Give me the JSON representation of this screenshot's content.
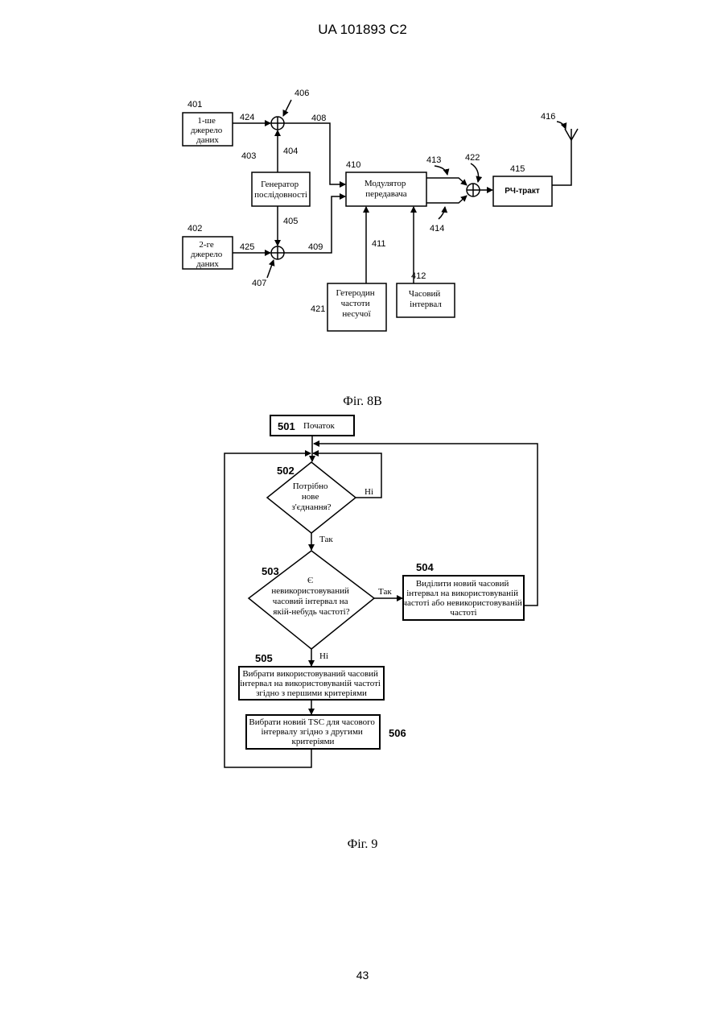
{
  "header": {
    "patent_id": "UA   101893   C2"
  },
  "fig8b": {
    "caption": "Фіг. 8В",
    "blocks": {
      "src1": {
        "num": "401",
        "lines": [
          "1-ше",
          "джерело",
          "даних"
        ]
      },
      "src2": {
        "num": "402",
        "lines": [
          "2-ге",
          "джерело",
          "даних"
        ]
      },
      "gen": {
        "num": "403",
        "lines": [
          "Генератор",
          "послідовності"
        ]
      },
      "mod": {
        "num": "410",
        "lines": [
          "Модулятор",
          "передавача"
        ]
      },
      "rf": {
        "num": "415",
        "lines": [
          "РЧ-тракт"
        ]
      },
      "osc": {
        "num": "421",
        "lines": [
          "Гетеродин",
          "частоти",
          "несучої"
        ]
      },
      "slot": {
        "num": "412",
        "lines": [
          "Часовий",
          "інтервал"
        ]
      }
    },
    "refs": {
      "add1": "406",
      "add2": "407",
      "add3": "422",
      "l404": "404",
      "l405": "405",
      "l408": "408",
      "l409": "409",
      "l411": "411",
      "l413": "413",
      "l414": "414",
      "l424": "424",
      "l425": "425",
      "antenna": "416"
    }
  },
  "fig9": {
    "caption": "Фіг. 9",
    "start": {
      "num": "501",
      "label": "Початок"
    },
    "d502": {
      "num": "502",
      "lines": [
        "Потрібно",
        "нове",
        "з'єднання?"
      ],
      "no": "Ні",
      "yes": "Так"
    },
    "d503": {
      "num": "503",
      "lines": [
        "Є",
        "невикористовуваний",
        "часовий інтервал на",
        "якій-небудь частоті?"
      ],
      "yes": "Так",
      "no": "Ні"
    },
    "b504": {
      "num": "504",
      "lines": [
        "Виділити новий часовий",
        "інтервал на використовуваній",
        "частоті або невикористовуваній",
        "частоті"
      ]
    },
    "b505": {
      "num": "505",
      "lines": [
        "Вибрати використовуваний часовий",
        "інтервал на використовуваній частоті",
        "згідно з першими критеріями"
      ]
    },
    "b506": {
      "num": "506",
      "lines": [
        "Вибрати новий TSC для часового",
        "інтервалу згідно з другими",
        "критеріями"
      ]
    }
  },
  "footer": {
    "page_number": "43"
  }
}
